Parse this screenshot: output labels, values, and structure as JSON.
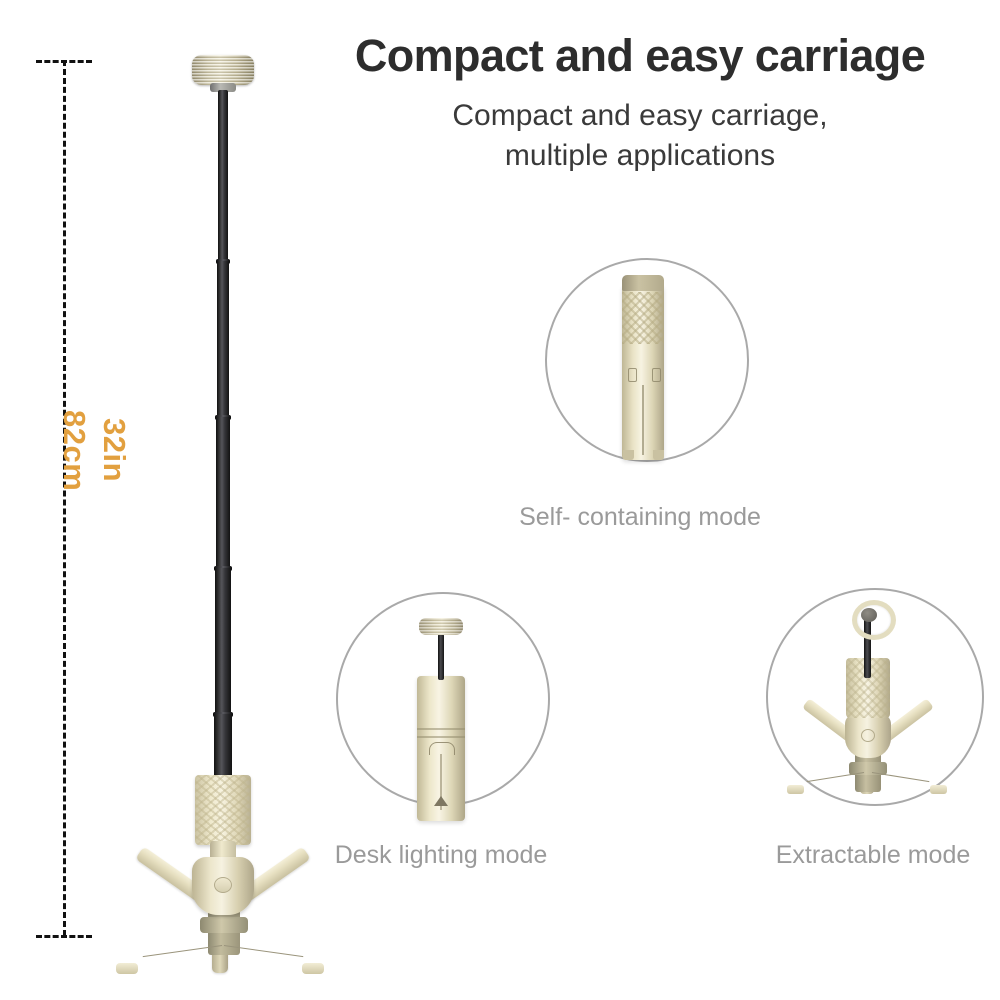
{
  "header": {
    "title": "Compact and easy carriage",
    "subtitle_line1": "Compact and easy carriage,",
    "subtitle_line2": "multiple applications"
  },
  "dimension": {
    "height_cm": "82cm",
    "height_in": "32in",
    "color": "#e2a03f"
  },
  "modes": [
    {
      "id": "self-containing",
      "caption": "Self- containing mode"
    },
    {
      "id": "desk-lighting",
      "caption": "Desk lighting mode"
    },
    {
      "id": "extractable",
      "caption": "Extractable mode"
    }
  ],
  "colors": {
    "background": "#ffffff",
    "title_text": "#2d2d2d",
    "caption_text": "#9a9a9a",
    "dimension_text": "#e2a03f",
    "circle_outline": "#a9a9a9",
    "product_body": "#efe9cd",
    "product_pole": "#1a1a1a"
  }
}
